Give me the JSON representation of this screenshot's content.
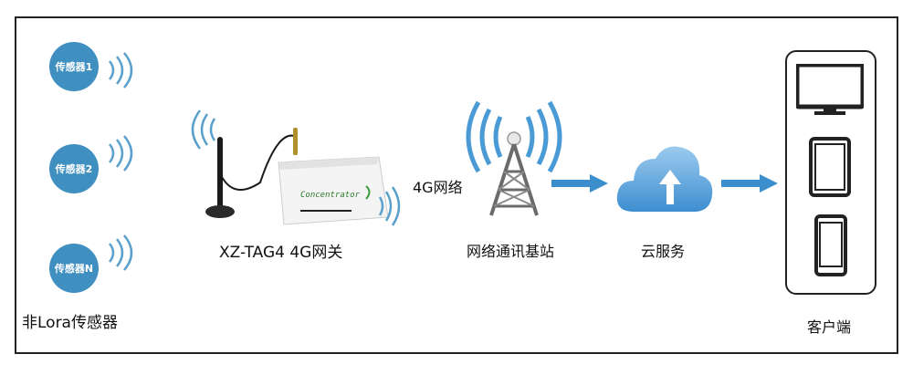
{
  "sensors": [
    {
      "label": "传感器1"
    },
    {
      "label": "传感器2"
    },
    {
      "label": "传感器N"
    }
  ],
  "sensor_group_label": "非Lora传感器",
  "gateway": {
    "label": "XZ-TAG4 4G网关",
    "device_text": "Concentrator"
  },
  "link_label": "4G网络",
  "tower_label": "网络通讯基站",
  "cloud_label": "云服务",
  "client_label": "客户端",
  "colors": {
    "sensor": "#3f8fc0",
    "arrow": "#3b8fcc",
    "wave": "#5aa0cc",
    "cloud": "#4a9ad6"
  }
}
